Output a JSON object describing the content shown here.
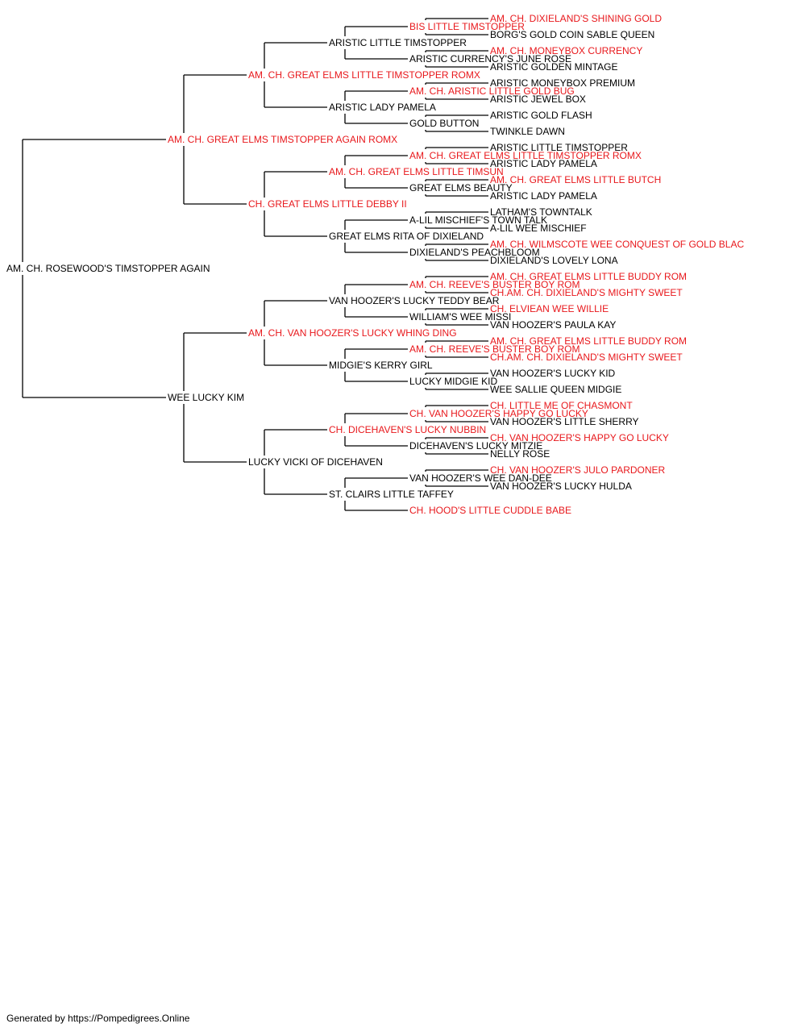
{
  "colors": {
    "champion": "#e8181c",
    "normal": "#000000",
    "line": "#000000"
  },
  "pedigree": {
    "name": "AM. CH. ROSEWOOD'S TIMSTOPPER AGAIN",
    "champion": false,
    "sire": {
      "name": "AM. CH. GREAT ELMS TIMSTOPPER AGAIN ROMX",
      "champion": true,
      "sire": {
        "name": "AM. CH. GREAT ELMS LITTLE TIMSTOPPER ROMX",
        "champion": true,
        "sire": {
          "name": "ARISTIC LITTLE TIMSTOPPER",
          "champion": false,
          "sire": {
            "name": "BIS LITTLE TIMSTOPPER",
            "champion": true,
            "sire": {
              "name": "AM. CH. DIXIELAND'S SHINING GOLD",
              "champion": true
            },
            "dam": {
              "name": "BORG'S GOLD COIN SABLE QUEEN",
              "champion": false
            }
          },
          "dam": {
            "name": "ARISTIC CURRENCY'S JUNE ROSE",
            "champion": false,
            "sire": {
              "name": "AM. CH. MONEYBOX CURRENCY",
              "champion": true
            },
            "dam": {
              "name": "ARISTIC GOLDEN MINTAGE",
              "champion": false
            }
          }
        },
        "dam": {
          "name": "ARISTIC LADY PAMELA",
          "champion": false,
          "sire": {
            "name": "AM. CH. ARISTIC LITTLE GOLD BUG",
            "champion": true,
            "sire": {
              "name": "ARISTIC MONEYBOX PREMIUM",
              "champion": false
            },
            "dam": {
              "name": "ARISTIC JEWEL BOX",
              "champion": false
            }
          },
          "dam": {
            "name": "GOLD BUTTON",
            "champion": false,
            "sire": {
              "name": "ARISTIC GOLD FLASH",
              "champion": false
            },
            "dam": {
              "name": "TWINKLE DAWN",
              "champion": false
            }
          }
        }
      },
      "dam": {
        "name": "CH. GREAT ELMS LITTLE DEBBY II",
        "champion": true,
        "sire": {
          "name": "AM. CH. GREAT ELMS LITTLE TIMSUN",
          "champion": true,
          "sire": {
            "name": "AM. CH. GREAT ELMS LITTLE TIMSTOPPER ROMX",
            "champion": true,
            "sire": {
              "name": "ARISTIC LITTLE TIMSTOPPER",
              "champion": false
            },
            "dam": {
              "name": "ARISTIC LADY PAMELA",
              "champion": false
            }
          },
          "dam": {
            "name": "GREAT ELMS BEAUTY",
            "champion": false,
            "sire": {
              "name": "AM. CH. GREAT ELMS LITTLE BUTCH",
              "champion": true
            },
            "dam": {
              "name": "ARISTIC LADY PAMELA",
              "champion": false
            }
          }
        },
        "dam": {
          "name": "GREAT ELMS RITA OF DIXIELAND",
          "champion": false,
          "sire": {
            "name": "A-LIL MISCHIEF'S TOWN TALK",
            "champion": false,
            "sire": {
              "name": "LATHAM'S TOWNTALK",
              "champion": false
            },
            "dam": {
              "name": "A-LIL WEE MISCHIEF",
              "champion": false
            }
          },
          "dam": {
            "name": "DIXIELAND'S PEACHBLOOM",
            "champion": false,
            "sire": {
              "name": "AM. CH. WILMSCOTE WEE CONQUEST OF GOLD BLAC",
              "champion": true
            },
            "dam": {
              "name": "DIXIELAND'S LOVELY LONA",
              "champion": false
            }
          }
        }
      }
    },
    "dam": {
      "name": "WEE LUCKY KIM",
      "champion": false,
      "sire": {
        "name": "AM. CH. VAN HOOZER'S LUCKY WHING DING",
        "champion": true,
        "sire": {
          "name": "VAN HOOZER'S LUCKY TEDDY BEAR",
          "champion": false,
          "sire": {
            "name": "AM. CH. REEVE'S BUSTER BOY ROM",
            "champion": true,
            "sire": {
              "name": "AM. CH. GREAT ELMS LITTLE BUDDY ROM",
              "champion": true
            },
            "dam": {
              "name": "CH.AM. CH. DIXIELAND'S MIGHTY SWEET",
              "champion": true
            }
          },
          "dam": {
            "name": "WILLIAM'S WEE MISSI",
            "champion": false,
            "sire": {
              "name": "CH. ELVIEAN WEE WILLIE",
              "champion": true
            },
            "dam": {
              "name": "VAN HOOZER'S PAULA KAY",
              "champion": false
            }
          }
        },
        "dam": {
          "name": "MIDGIE'S KERRY GIRL",
          "champion": false,
          "sire": {
            "name": "AM. CH. REEVE'S BUSTER BOY ROM",
            "champion": true,
            "sire": {
              "name": "AM. CH. GREAT ELMS LITTLE BUDDY ROM",
              "champion": true
            },
            "dam": {
              "name": "CH.AM. CH. DIXIELAND'S MIGHTY SWEET",
              "champion": true
            }
          },
          "dam": {
            "name": "LUCKY MIDGIE KID",
            "champion": false,
            "sire": {
              "name": "VAN HOOZER'S LUCKY KID",
              "champion": false
            },
            "dam": {
              "name": "WEE SALLIE QUEEN MIDGIE",
              "champion": false
            }
          }
        }
      },
      "dam": {
        "name": "LUCKY VICKI OF DICEHAVEN",
        "champion": false,
        "sire": {
          "name": "CH. DICEHAVEN'S LUCKY NUBBIN",
          "champion": true,
          "sire": {
            "name": "CH. VAN HOOZER'S HAPPY GO LUCKY",
            "champion": true,
            "sire": {
              "name": "CH. LITTLE ME OF CHASMONT",
              "champion": true
            },
            "dam": {
              "name": "VAN HOOZER'S LITTLE SHERRY",
              "champion": false
            }
          },
          "dam": {
            "name": "DICEHAVEN'S LUCKY MITZIE",
            "champion": false,
            "sire": {
              "name": "CH. VAN HOOZER'S HAPPY GO LUCKY",
              "champion": true
            },
            "dam": {
              "name": "NELLY ROSE",
              "champion": false
            }
          }
        },
        "dam": {
          "name": "ST. CLAIRS LITTLE TAFFEY",
          "champion": false,
          "sire": {
            "name": "VAN HOOZER'S WEE DAN-DEE",
            "champion": false,
            "sire": {
              "name": "CH. VAN HOOZER'S JULO PARDONER",
              "champion": true
            },
            "dam": {
              "name": "VAN HOOZER'S LUCKY HULDA",
              "champion": false
            }
          },
          "dam": {
            "name": "CH. HOOD'S LITTLE CUDDLE BABE",
            "champion": true
          }
        }
      }
    }
  },
  "footer": "Generated by https://Pompedigrees.Online"
}
